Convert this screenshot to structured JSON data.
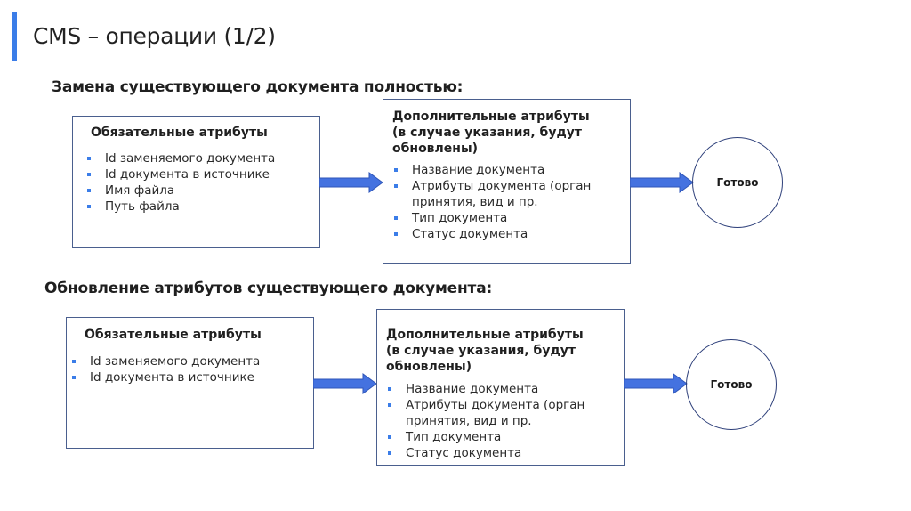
{
  "title": "CMS – операции (1/2)",
  "sections": [
    {
      "heading": "Замена существующего документа полностью:",
      "required": {
        "heading": "Обязательные атрибуты",
        "items": [
          "Id заменяемого документа",
          "Id документа в источнике",
          "Имя файла",
          "Путь файла"
        ]
      },
      "optional": {
        "heading": [
          "Дополнительные атрибуты",
          "(в случае указания, будут",
          "обновлены)"
        ],
        "items": [
          "Название документа",
          "Атрибуты документа (орган принятия, вид и пр.",
          "Тип документа",
          "Статус документа"
        ]
      },
      "result": "Готово"
    },
    {
      "heading": "Обновление атрибутов существующего документа:",
      "required": {
        "heading": "Обязательные атрибуты",
        "items": [
          "Id заменяемого документа",
          "Id документа в источнике"
        ]
      },
      "optional": {
        "heading": [
          "Дополнительные атрибуты",
          "(в случае указания, будут",
          "обновлены)"
        ],
        "items": [
          "Название документа",
          "Атрибуты документа (орган принятия, вид и пр.",
          "Тип документа",
          "Статус документа"
        ]
      },
      "result": "Готово"
    }
  ],
  "colors": {
    "accent": "#3b7de8",
    "arrow": "#4472e0",
    "border": "#4a5f8e"
  }
}
